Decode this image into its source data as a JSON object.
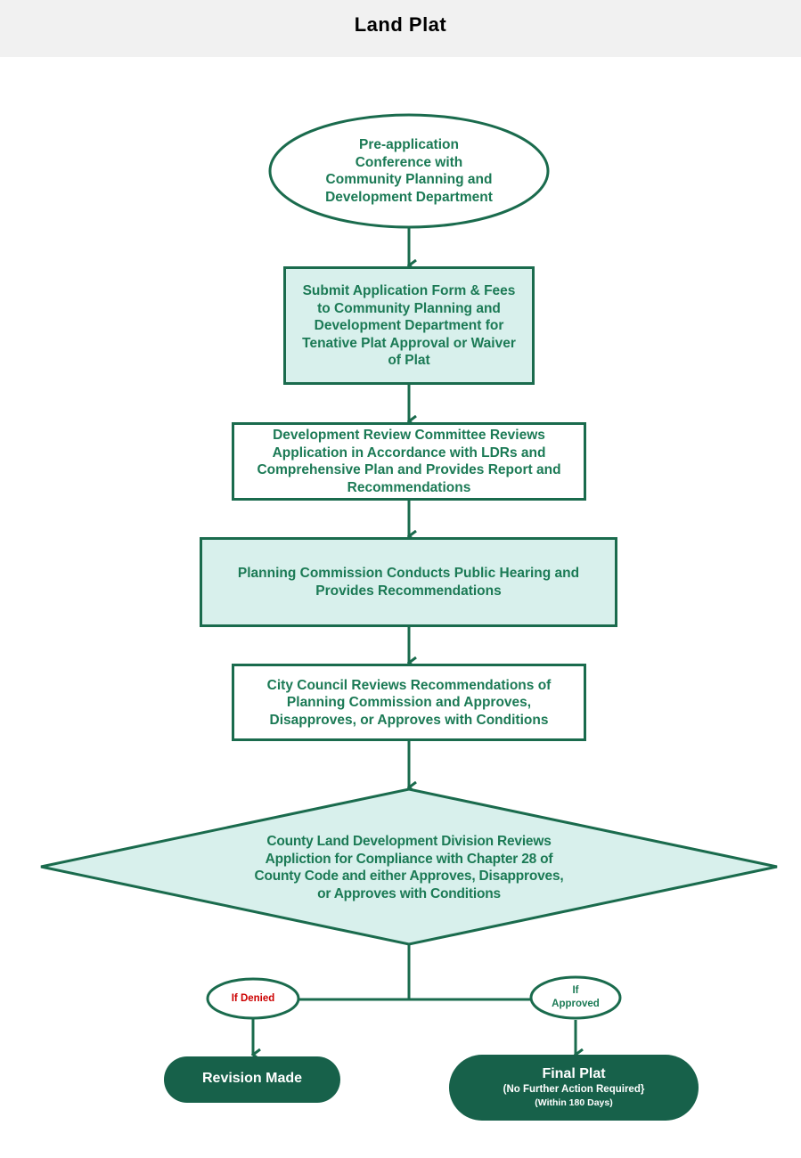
{
  "header": {
    "title": "Land Plat"
  },
  "colors": {
    "stroke": "#1a6b4d",
    "fill_light": "#d8f0ec",
    "text_green": "#1b7a55",
    "terminal_fill": "#17614a",
    "denied_red": "#cc0000"
  },
  "nodes": {
    "start": {
      "shape": "ellipse",
      "text": "Pre-application\nConference with\nCommunity Planning and\nDevelopment Department"
    },
    "submit": {
      "shape": "rect-filled",
      "text": "Submit Application Form & Fees\nto Community Planning and\nDevelopment Department for\nTenative Plat Approval or Waiver\nof Plat"
    },
    "drc": {
      "shape": "rect",
      "text": "Development Review Committee Reviews\nApplication in Accordance with LDRs and\nComprehensive Plan and Provides Report and\nRecommendations"
    },
    "planning": {
      "shape": "rect-filled",
      "text": "Planning Commission Conducts Public Hearing and\nProvides Recommendations"
    },
    "council": {
      "shape": "rect",
      "text": "City Council Reviews Recommendations of\nPlanning Commission and Approves,\nDisapproves, or Approves with Conditions"
    },
    "county": {
      "shape": "diamond",
      "text": "County Land Development Division Reviews\nAppliction for Compliance with Chapter 28 of\nCounty Code and either Approves, Disapproves,\nor Approves with Conditions"
    }
  },
  "branches": {
    "denied": {
      "label": "If Denied"
    },
    "approved": {
      "label": "If\nApproved"
    }
  },
  "terminals": {
    "revision": {
      "title": "Revision Made"
    },
    "final": {
      "title": "Final Plat",
      "line2": "(No Further Action Required}",
      "line3": "(Within 180 Days)"
    }
  }
}
